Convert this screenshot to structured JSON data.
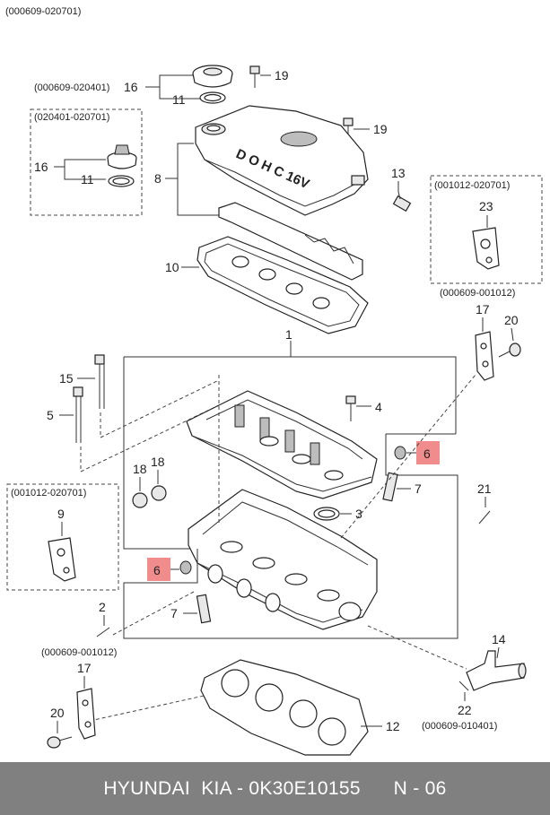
{
  "header_code": "(000609-020701)",
  "codes": {
    "c16_top": "(000609-020401)",
    "box_left_top": "(020401-020701)",
    "box_right_top": "(001012-020701)",
    "under_right_box": "(000609-001012)",
    "box_left_mid": "(001012-020701)",
    "under_left_mid": "(000609-001012)",
    "right_bottom": "(000609-010401)"
  },
  "labels": {
    "n16_top": "16",
    "n11_top": "11",
    "n19_top": "19",
    "n19_b": "19",
    "n16_box": "16",
    "n11_box": "11",
    "n8": "8",
    "n13": "13",
    "n23": "23",
    "n10": "10",
    "n17_r": "17",
    "n20_r": "20",
    "n1": "1",
    "n15": "15",
    "n5": "5",
    "n4": "4",
    "n6_r": "6",
    "n18_a": "18",
    "n18_b": "18",
    "n7_r": "7",
    "n9": "9",
    "n21": "21",
    "n3": "3",
    "n6_l": "6",
    "n2": "2",
    "n7_l": "7",
    "n14": "14",
    "n17_l": "17",
    "n22": "22",
    "n20_l": "20",
    "n12": "12"
  },
  "footer": {
    "brand": "HYUNDAI  KIA - 0K30E10155",
    "page": "N - 06"
  },
  "colors": {
    "highlight": "#f08c8c",
    "footer_bg": "#808080"
  }
}
